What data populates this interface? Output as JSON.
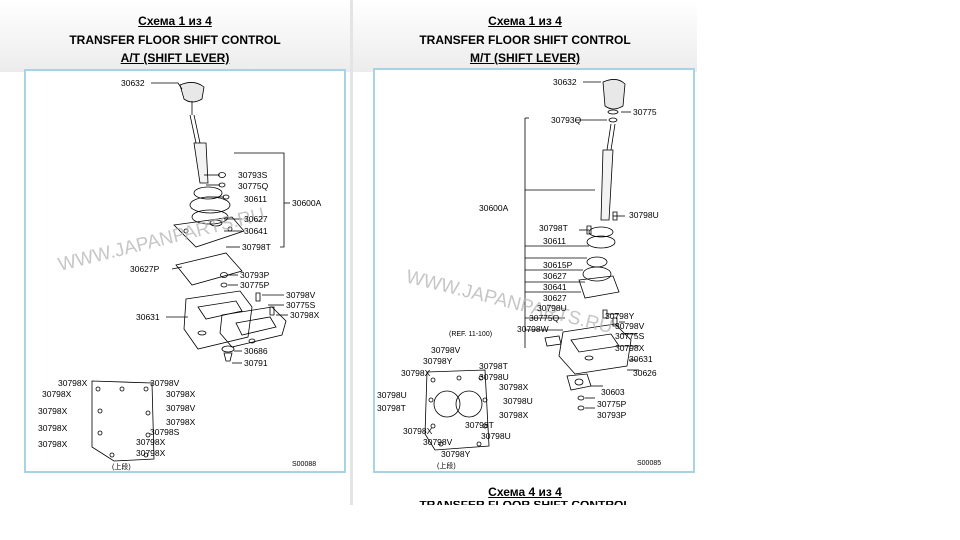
{
  "left_panel": {
    "scheme_label": "Схема 1 из 4",
    "title": "TRANSFER FLOOR SHIFT CONTROL",
    "subtitle": "A/T (SHIFT LEVER)",
    "diagram_code": "S00088",
    "watermark": "WWW.JAPANPARTS.RU",
    "parts": {
      "p30632": "30632",
      "p30793S": "30793S",
      "p30775Q": "30775Q",
      "p30611": "30611",
      "p30627": "30627",
      "p30641": "30641",
      "p30798T": "30798T",
      "p30600A": "30600A",
      "p30627P": "30627P",
      "p30793P": "30793P",
      "p30775P": "30775P",
      "p30798V_a": "30798V",
      "p30775S": "30775S",
      "p30798X_a": "30798X",
      "p30631": "30631",
      "p30686": "30686",
      "p30791": "30791",
      "g1_30798X": "30798X",
      "g1_30798V": "30798V",
      "g2_30798X": "30798X",
      "g2_30798X_r": "30798X",
      "g3_30798X": "30798X",
      "g3_30798V": "30798V",
      "g3_30798X_r": "30798X",
      "g4_30798X": "30798X",
      "g4_30798S": "30798S",
      "g5_30798X": "30798X",
      "g5_30798X_r": "30798X",
      "g6_30798X": "30798X",
      "gasket_label": "(上段)"
    }
  },
  "right_panel": {
    "scheme_label": "Схема 1 из 4",
    "title": "TRANSFER FLOOR SHIFT CONTROL",
    "subtitle": "M/T (SHIFT LEVER)",
    "diagram_code": "S00085",
    "watermark": "WWW.JAPANPARTS.RU",
    "parts": {
      "p30632": "30632",
      "p30775": "30775",
      "p30793Q": "30793Q",
      "p30600A": "30600A",
      "p30798U": "30798U",
      "p30798T": "30798T",
      "p30611": "30611",
      "p30615P": "30615P",
      "p30627": "30627",
      "p30641": "30641",
      "p30627b": "30627",
      "p30798U_b": "30798U",
      "p30798Y": "30798Y",
      "p30775Q": "30775Q",
      "p30798V": "30798V",
      "p30798W": "30798W",
      "p30775S": "30775S",
      "ref": "(REF. 11-100)",
      "p30798X": "30798X",
      "p30631": "30631",
      "p30626": "30626",
      "g_30798V": "30798V",
      "g_30798Y": "30798Y",
      "g_30798T": "30798T",
      "g_30798X": "30798X",
      "g_30798U": "30798U",
      "g_30798X_b": "30798X",
      "g_30798U_l": "30798U",
      "g_30798U_r": "30798U",
      "g_30798T_l": "30798T",
      "g_30798X_c": "30798X",
      "g_30798X_d": "30798X",
      "g_30798T_b": "30798T",
      "g_30798U_b": "30798U",
      "g_30798V_b": "30798V",
      "g_30798Y_b": "30798Y",
      "p30603": "30603",
      "p30775P": "30775P",
      "p30793P": "30793P",
      "gasket_label": "(上段)"
    }
  },
  "footer": {
    "scheme_label": "Схема 4 из 4",
    "title": "TRANSFER FLOOR SHIFT CONTROL"
  }
}
